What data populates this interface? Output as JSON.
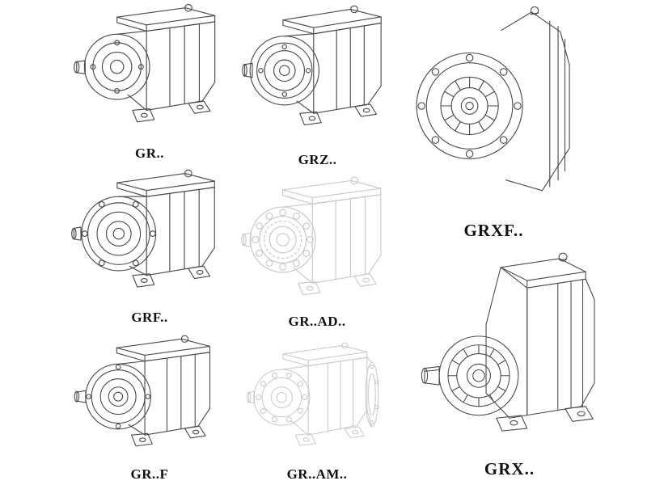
{
  "colors": {
    "line": "#4b4b4b",
    "line_phantom": "#c9c9c9",
    "label": "#111111",
    "background": "#ffffff"
  },
  "catalog": {
    "description": "helical gear reducer model drawings",
    "items": [
      {
        "id": "gr",
        "label": "GR..",
        "style": "solid",
        "mounting": "foot-mounted"
      },
      {
        "id": "grz",
        "label": "GRZ..",
        "style": "solid",
        "mounting": "foot-mounted"
      },
      {
        "id": "grxf",
        "label": "GRXF..",
        "style": "solid",
        "mounting": "flange-mounted"
      },
      {
        "id": "grf",
        "label": "GRF..",
        "style": "solid",
        "mounting": "foot-and-flange"
      },
      {
        "id": "gr-ad",
        "label": "GR..AD..",
        "style": "phantom",
        "mounting": "foot-mounted"
      },
      {
        "id": "gr-f",
        "label": "GR..F",
        "style": "solid",
        "mounting": "foot-and-flange"
      },
      {
        "id": "gr-am",
        "label": "GR..AM..",
        "style": "phantom",
        "mounting": "foot-mounted"
      },
      {
        "id": "grx",
        "label": "GRX..",
        "style": "solid",
        "mounting": "foot-mounted"
      }
    ]
  }
}
